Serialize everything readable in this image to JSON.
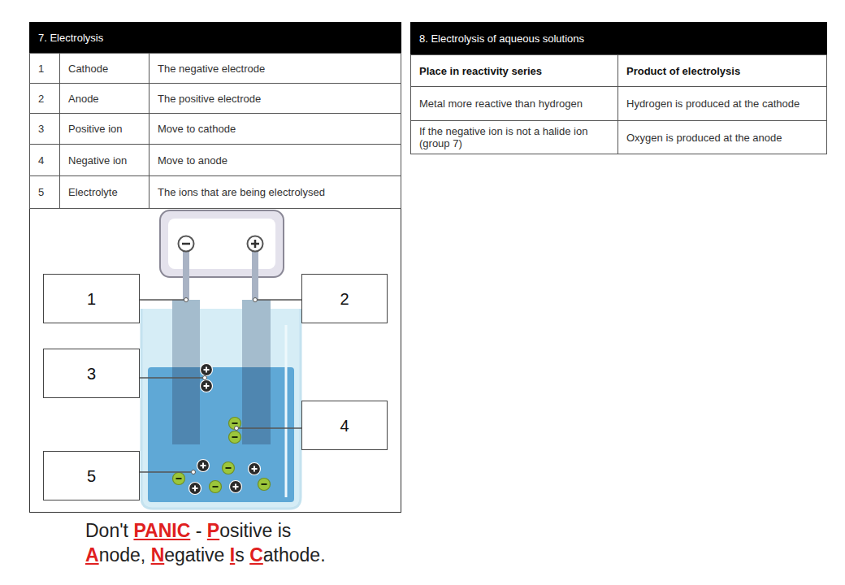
{
  "diagram": {
    "nodes": [
      {
        "text": [
          "1"
        ]
      },
      {
        "text": [
          "2"
        ]
      },
      {
        "text": [
          "3"
        ]
      },
      {
        "text": [
          "4"
        ]
      },
      {
        "text": [
          "5"
        ]
      }
    ],
    "labels": [
      "7. Electrolysis",
      "1",
      "Cathode",
      "The negative electrode",
      "2",
      "Anode",
      "The positive electrode",
      "3",
      "Positive ion",
      "Move to cathode",
      "4",
      "Negative ion",
      "Move to anode",
      "5",
      "Electrolyte",
      "The ions that are being electrolysed",
      "8. Electrolysis of aqueous solutions",
      "Place in reactivity series",
      "Product of electrolysis",
      "Metal more reactive than hydrogen",
      "Hydrogen is produced at the cathode",
      "If the negative ion is not a halide ion (group 7)",
      "Oxygen is produced at the anode",
      "Don't",
      "PANIC",
      "-",
      "P",
      "ositive is",
      "A",
      "node,",
      "N",
      "egative",
      "I",
      "s",
      "C",
      "athode."
    ]
  }
}
